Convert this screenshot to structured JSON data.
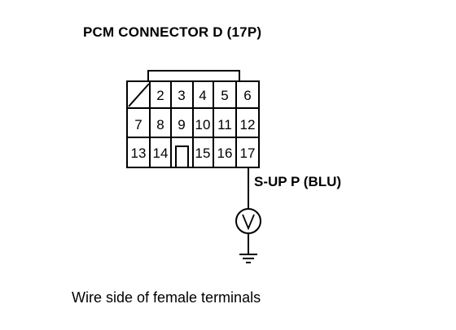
{
  "title": "PCM CONNECTOR D (17P)",
  "caption": "Wire side of female terminals",
  "wire": {
    "label": "S-UP P (BLU)",
    "pin": "17"
  },
  "connector": {
    "rows": [
      [
        "",
        "2",
        "3",
        "4",
        "5",
        "6"
      ],
      [
        "7",
        "8",
        "9",
        "10",
        "11",
        "12"
      ],
      [
        "13",
        "14",
        "",
        "15",
        "16",
        "17"
      ]
    ]
  },
  "meter_icon": "voltmeter-icon",
  "ground_icon": "ground-icon"
}
